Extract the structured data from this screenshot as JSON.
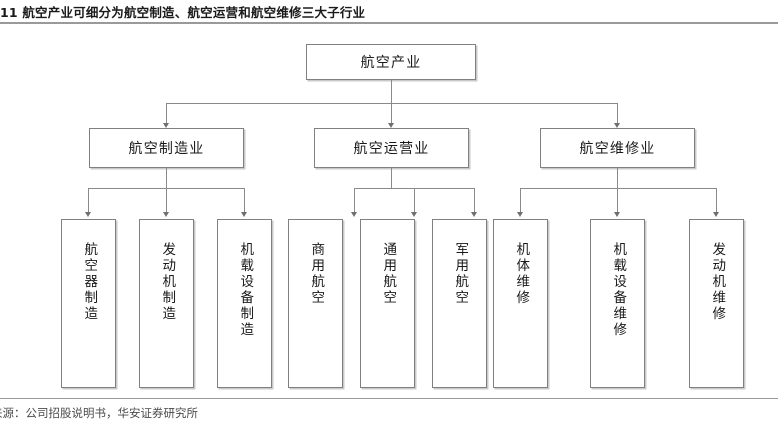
{
  "header": {
    "figure_number": "11",
    "title": "11  航空产业可细分为航空制造、航空运营和航空维修三大子行业"
  },
  "footer": {
    "source": "来源：公司招股说明书，华安证券研究所"
  },
  "diagram": {
    "type": "hierarchy-tree",
    "root": {
      "label": "航空产业"
    },
    "level2": [
      {
        "label": "航空制造业"
      },
      {
        "label": "航空运营业"
      },
      {
        "label": "航空维修业"
      }
    ],
    "leaves": {
      "manufacturing": [
        {
          "label": "航空器制造"
        },
        {
          "label": "发动机制造"
        },
        {
          "label": "机载设备制造"
        }
      ],
      "operations": [
        {
          "label": "商用航空"
        },
        {
          "label": "通用航空"
        },
        {
          "label": "军用航空"
        }
      ],
      "maintenance": [
        {
          "label": "机体维修"
        },
        {
          "label": "机载设备维修"
        },
        {
          "label": "发动机维修"
        }
      ]
    }
  },
  "colors": {
    "box_border": "#808080",
    "box_shadow": "#c9c9c9",
    "connector": "#8a8a8a",
    "rule": "#9a9a9a",
    "text": "#1a1a1a",
    "source_text": "#4a4a4a",
    "background": "#ffffff"
  }
}
